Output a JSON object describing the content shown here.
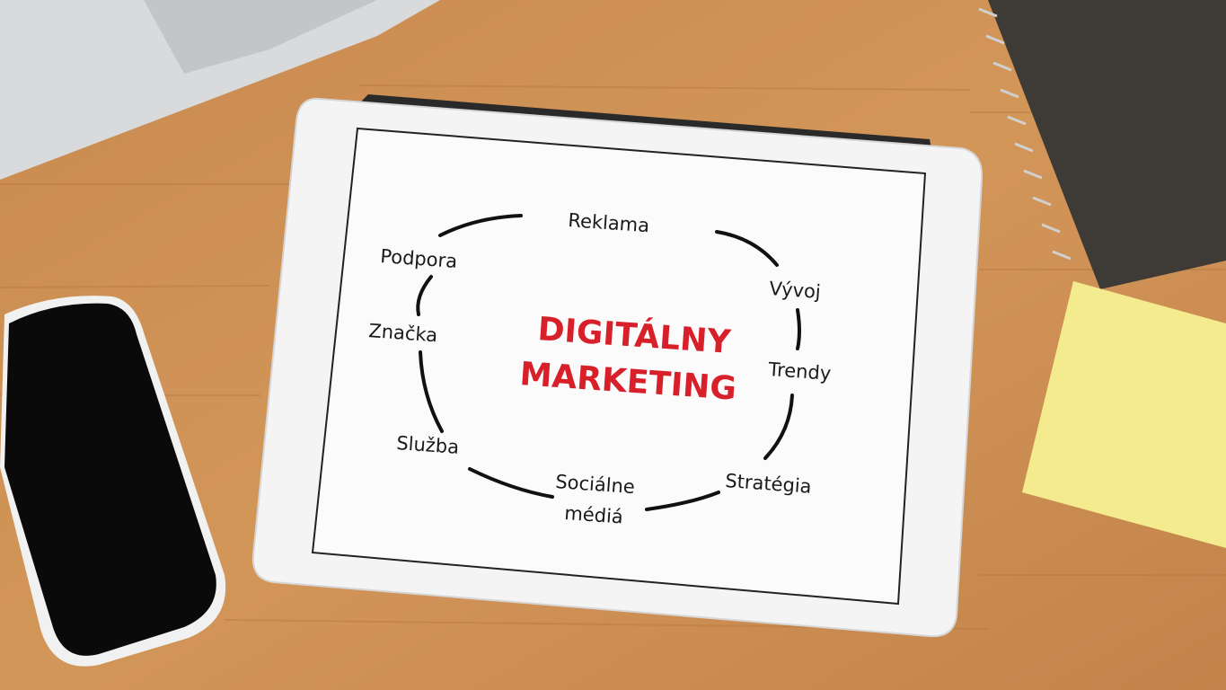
{
  "tablet": {
    "title_line1": "DIGITÁLNY",
    "title_line2": "MARKETING",
    "words": {
      "reklama": "Reklama",
      "podpora": "Podpora",
      "vyvoj": "Vývoj",
      "znacka": "Značka",
      "trendy": "Trendy",
      "sluzba": "Služba",
      "socialne": "Sociálne",
      "media": "médiá",
      "strategia": "Stratégia"
    }
  },
  "colors": {
    "wood": "#c98a4e",
    "title_red": "#d8202a",
    "sticky_note": "#f3eb8e",
    "notebook": "#3e3a36"
  }
}
